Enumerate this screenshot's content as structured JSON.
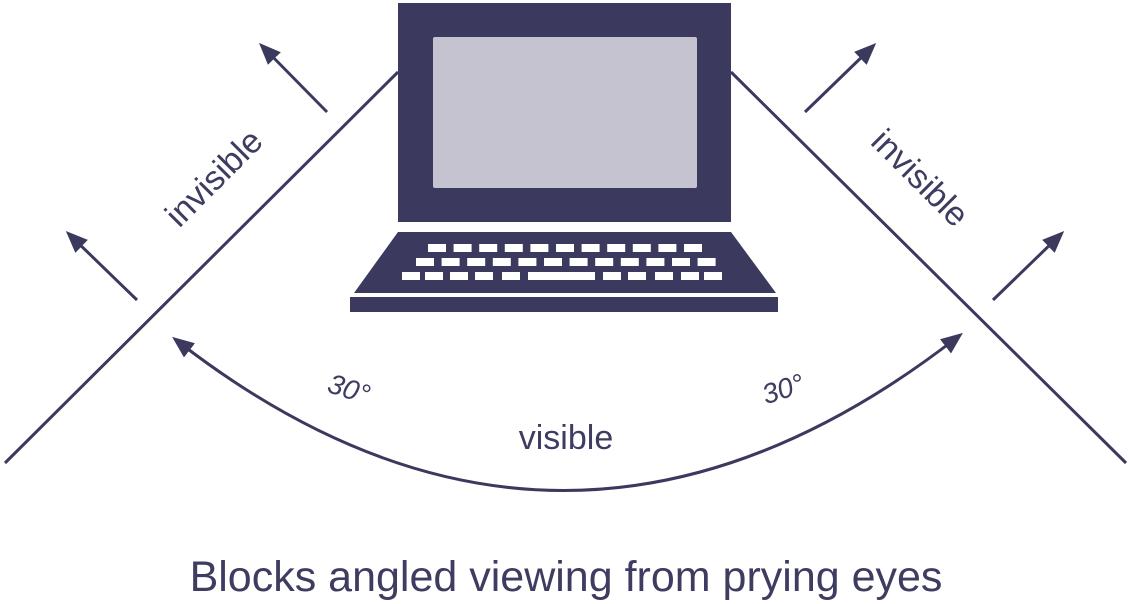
{
  "colors": {
    "ink": "#3b3a5e",
    "screen": "#c5c3cf",
    "key": "#ffffff"
  },
  "labels": {
    "left_zone": "invisible",
    "right_zone": "invisible",
    "left_angle": "30°",
    "right_angle": "30°",
    "center_zone": "visible"
  },
  "caption": "Blocks angled viewing from prying eyes"
}
